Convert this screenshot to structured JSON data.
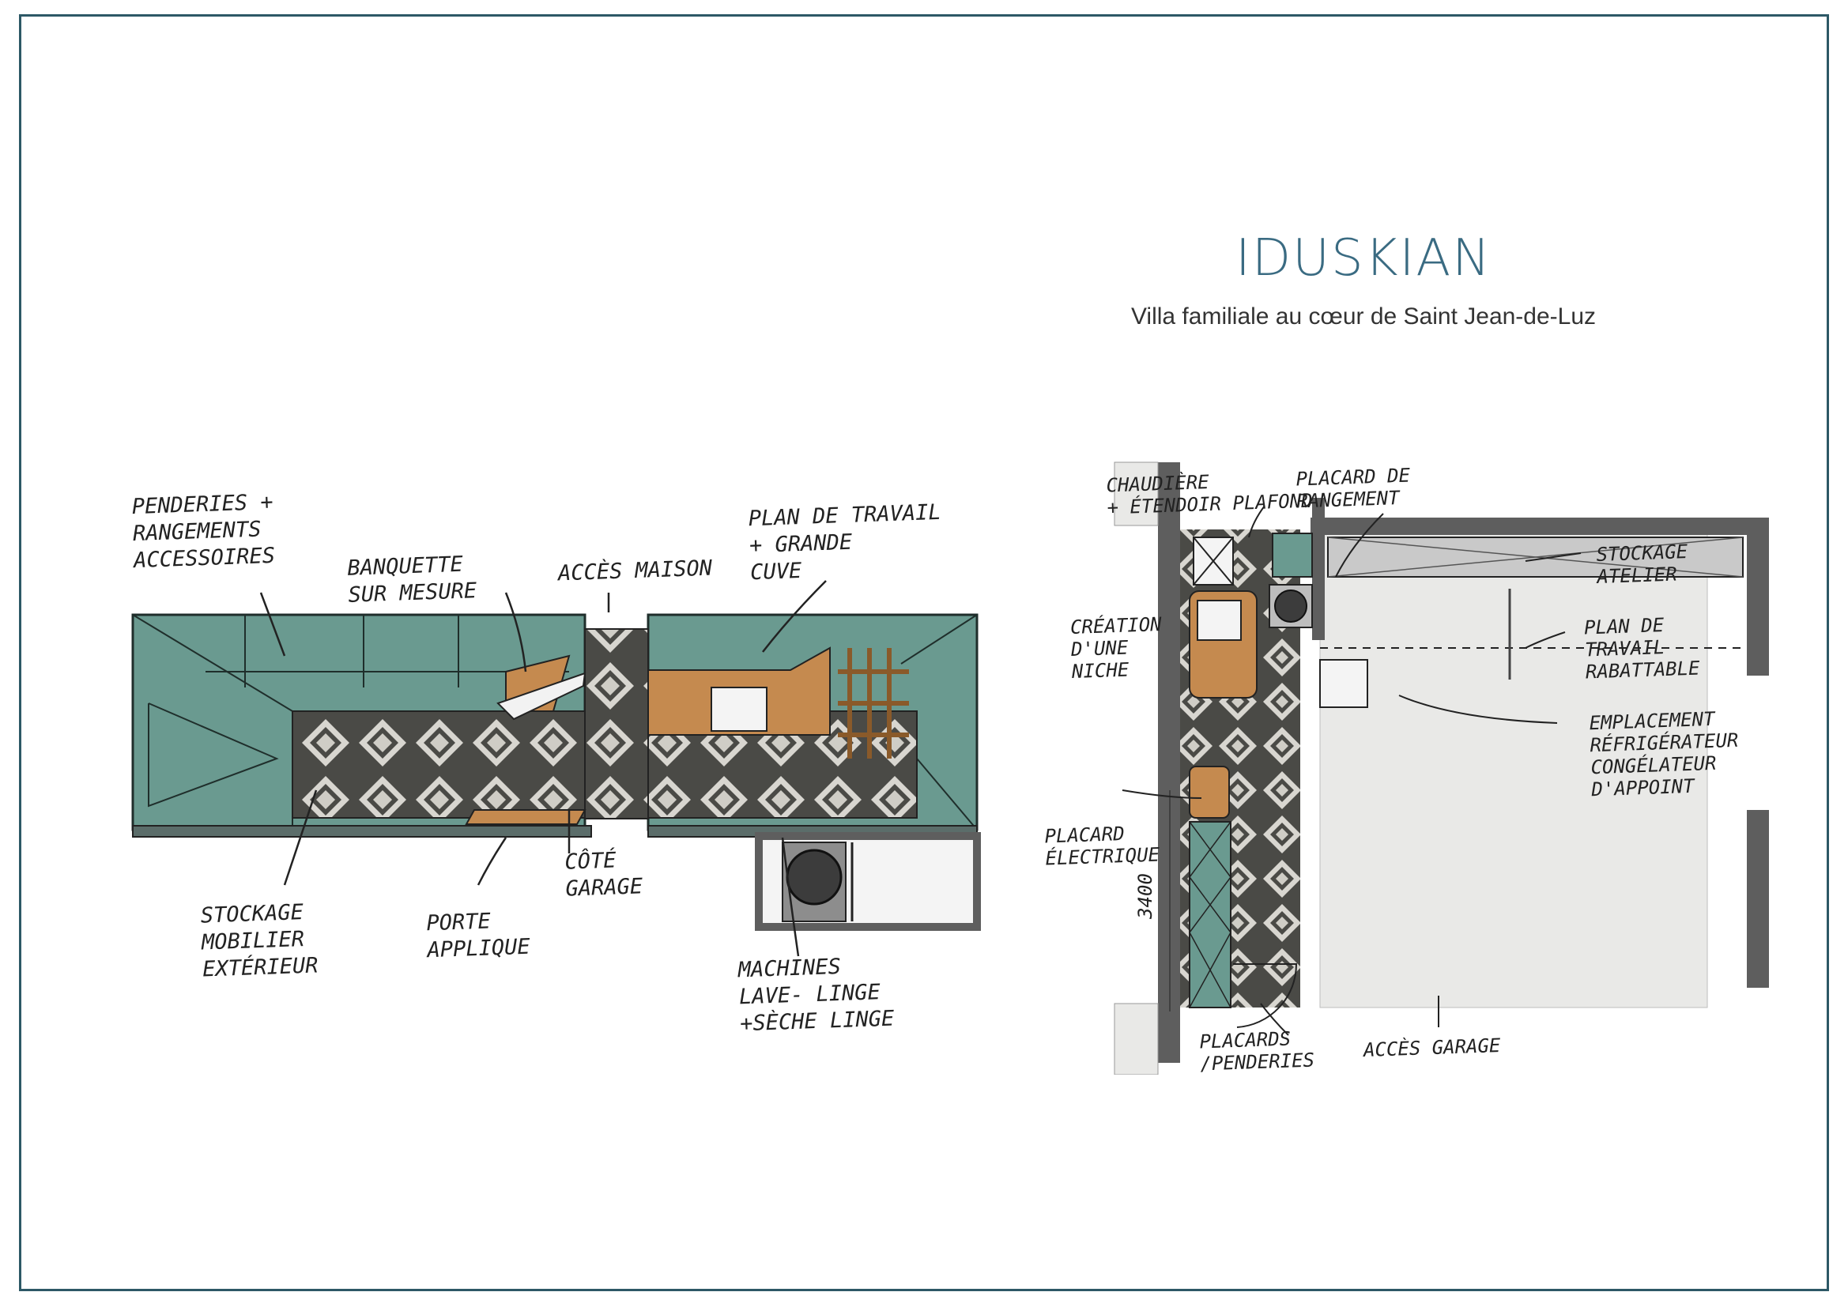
{
  "header": {
    "brand": "IDUSKIAN",
    "subtitle": "Villa familiale au cœur de Saint Jean-de-Luz"
  },
  "elevation": {
    "labels": {
      "penderies": "PENDERIES +\nRANGEMENTS\nACCESSOIRES",
      "banquette": "BANQUETTE\nSUR MESURE",
      "acces_maison": "ACCÈS MAISON",
      "plan_travail": "PLAN DE TRAVAIL\n+ GRANDE\nCUVE",
      "stockage": "STOCKAGE\nMOBILIER\nEXTÉRIEUR",
      "porte": "PORTE\nAPPLIQUE",
      "cote": "CÔTÉ\nGARAGE",
      "machines": "MACHINES\nLAVE- LINGE\n+SÈCHE LINGE"
    }
  },
  "floorplan": {
    "labels": {
      "chaudiere": "CHAUDIÈRE\n+ ÉTENDOIR PLAFOND",
      "placard_rangement": "PLACARD DE\nRANGEMENT",
      "stockage_atelier": "STOCKAGE\nATELIER",
      "creation_niche": "CRÉATION\nD'UNE\nNICHE",
      "plan_rabattable": "PLAN DE\nTRAVAIL\nRABATTABLE",
      "emplacement": "EMPLACEMENT\nRÉFRIGÉRATEUR\nCONGÉLATEUR\nD'APPOINT",
      "placard_electrique": "PLACARD\nÉLECTRIQUE",
      "dimension": "3400",
      "placards_penderies": "PLACARDS\n/PENDERIES",
      "acces_garage": "ACCÈS GARAGE"
    }
  },
  "colors": {
    "frame": "#2d5866",
    "brand": "#3a6b82",
    "teal": "#6a9a90",
    "wood": "#c58a4f",
    "tile_dark": "#4a4a46",
    "wall": "#5e5e5e",
    "concrete": "#e9e9e7"
  }
}
